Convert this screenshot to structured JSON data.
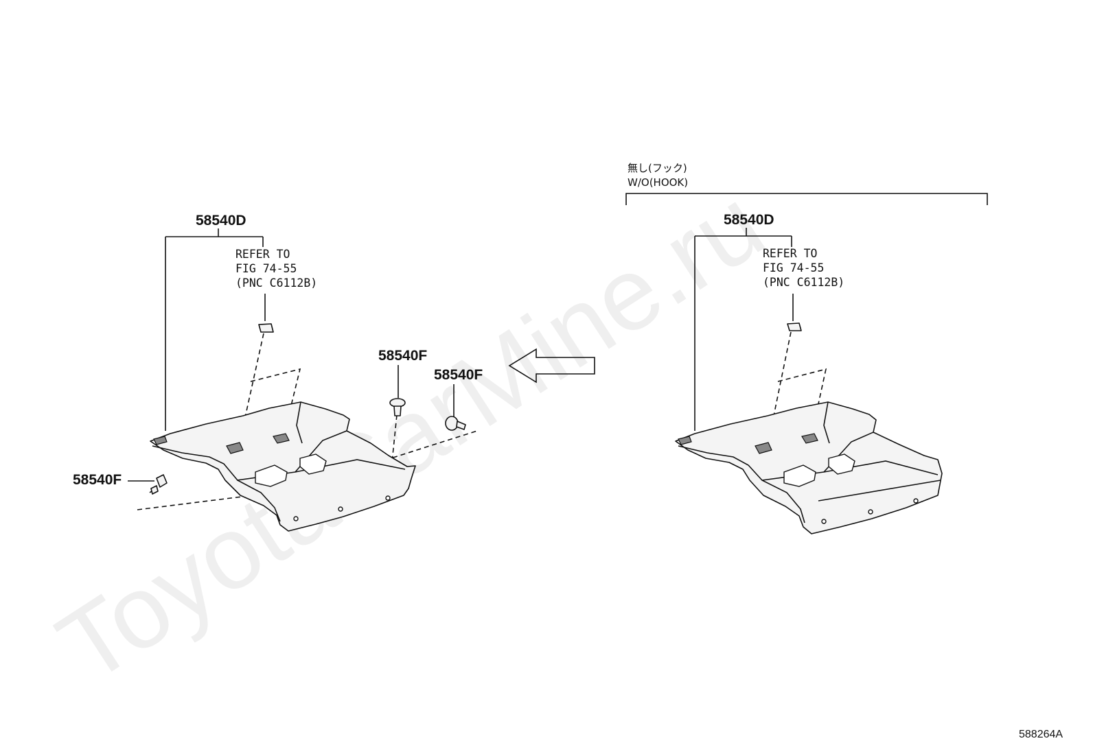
{
  "watermark": "ToyotaCarMine.ru",
  "diagram_id": "588264A",
  "left_view": {
    "part_label_top": "58540D",
    "refer_line1": "REFER TO",
    "refer_line2": "FIG 74-55",
    "refer_line3": "(PNC C6112B)",
    "clip_label_left": "58540F",
    "clip_label_mid": "58540F",
    "clip_label_right": "58540F"
  },
  "right_view": {
    "variant_jp": "無し(フック)",
    "variant_en": "W/O(HOOK)",
    "part_label_top": "58540D",
    "refer_line1": "REFER TO",
    "refer_line2": "FIG 74-55",
    "refer_line3": "(PNC C6112B)"
  },
  "icons": {
    "direction": "arrow-left-icon"
  }
}
